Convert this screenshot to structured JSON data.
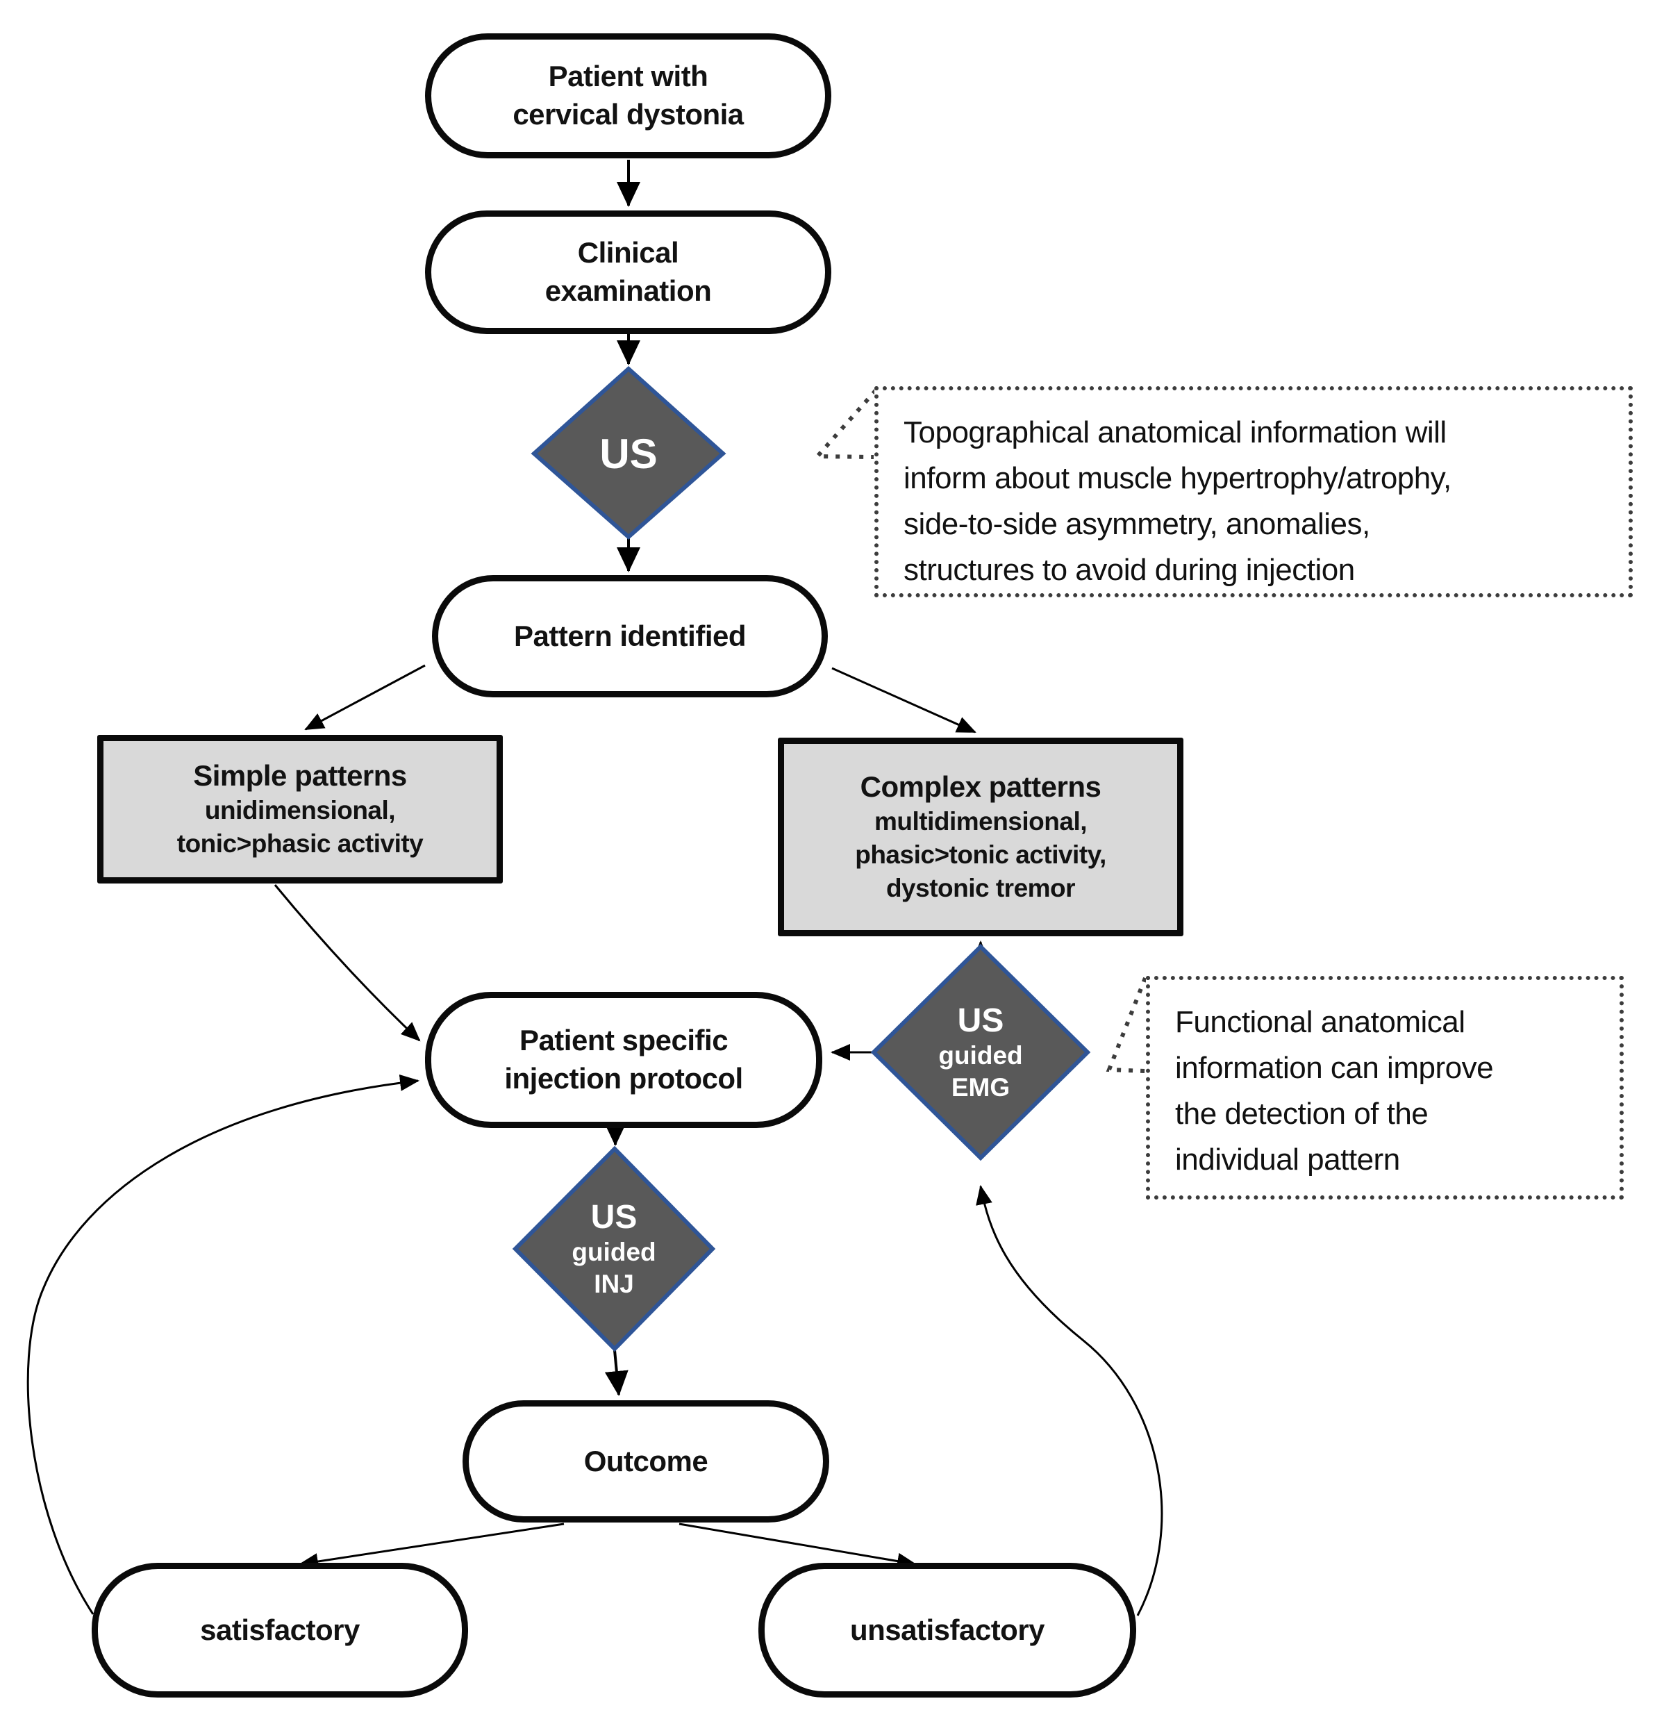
{
  "colors": {
    "diamond_fill": "#595959",
    "diamond_border": "#2f5597",
    "pattern_box_fill": "#d9d9d9",
    "outline": "#000000"
  },
  "nodes": {
    "patient": {
      "label": "Patient with\ncervical dystonia"
    },
    "clinical": {
      "label": "Clinical\nexamination"
    },
    "us": {
      "label": "US"
    },
    "pattern": {
      "label": "Pattern identified"
    },
    "simple": {
      "title": "Simple patterns",
      "body": "unidimensional,\ntonic>phasic activity"
    },
    "complex": {
      "title": "Complex patterns",
      "body": "multidimensional,\nphasic>tonic activity,\ndystonic tremor"
    },
    "emg": {
      "title": "US",
      "body": "guided\nEMG"
    },
    "protocol": {
      "label": "Patient specific\ninjection protocol"
    },
    "inj": {
      "title": "US",
      "body": "guided\nINJ"
    },
    "outcome": {
      "label": "Outcome"
    },
    "satisfactory": {
      "label": "satisfactory"
    },
    "unsatisfactory": {
      "label": "unsatisfactory"
    }
  },
  "callouts": {
    "topographical": {
      "text": "Topographical anatomical information will\ninform about muscle hypertrophy/atrophy,\nside-to-side asymmetry, anomalies,\nstructures to avoid during injection"
    },
    "functional": {
      "text": "Functional anatomical\ninformation can improve\nthe detection of the\nindividual pattern"
    }
  },
  "edges": [
    {
      "from": "patient",
      "to": "clinical"
    },
    {
      "from": "clinical",
      "to": "us"
    },
    {
      "from": "us",
      "to": "pattern"
    },
    {
      "from": "pattern",
      "to": "simple"
    },
    {
      "from": "pattern",
      "to": "complex"
    },
    {
      "from": "simple",
      "to": "protocol"
    },
    {
      "from": "emg",
      "to": "complex"
    },
    {
      "from": "emg",
      "to": "protocol"
    },
    {
      "from": "protocol",
      "to": "inj"
    },
    {
      "from": "inj",
      "to": "outcome"
    },
    {
      "from": "outcome",
      "to": "satisfactory"
    },
    {
      "from": "outcome",
      "to": "unsatisfactory"
    },
    {
      "from": "satisfactory",
      "to": "protocol"
    },
    {
      "from": "unsatisfactory",
      "to": "emg"
    }
  ]
}
